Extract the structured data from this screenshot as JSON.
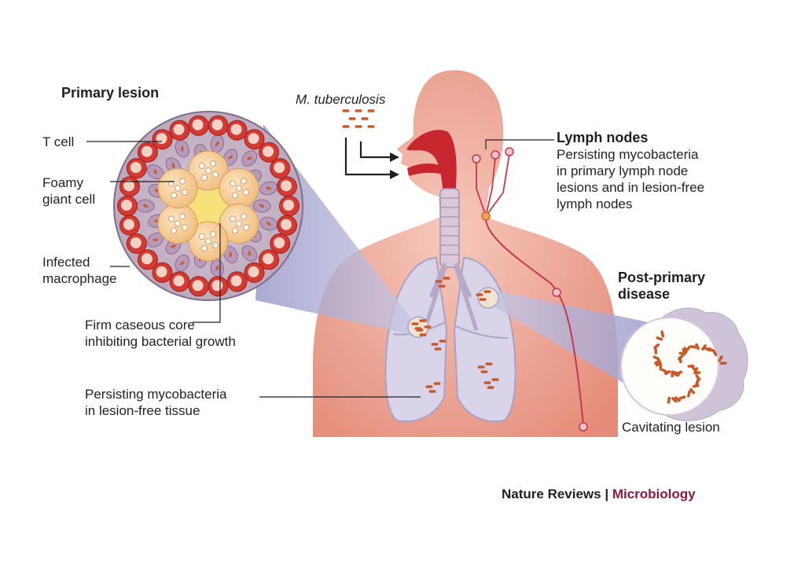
{
  "labels": {
    "primary_lesion": "Primary lesion",
    "t_cell": "T cell",
    "foamy_giant_cell": [
      "Foamy",
      "giant cell"
    ],
    "infected_macrophage": [
      "Infected",
      "macrophage"
    ],
    "caseous_core": [
      "Firm caseous core",
      "inhibiting bacterial growth"
    ],
    "persisting_tissue": [
      "Persisting mycobacteria",
      "in lesion-free tissue"
    ],
    "m_tuberculosis": "M. tuberculosis",
    "lymph_nodes_title": "Lymph nodes",
    "lymph_nodes_desc": [
      "Persisting mycobacteria",
      "in primary lymph node",
      "lesions and in lesion-free",
      "lymph nodes"
    ],
    "post_primary": [
      "Post-primary",
      "disease"
    ],
    "cavitating_lesion": "Cavitating lesion"
  },
  "credit": {
    "journal": "Nature Reviews",
    "separator": " | ",
    "section": "Microbiology"
  },
  "colors": {
    "skin": "#f2b5a5",
    "skin_dark": "#e79583",
    "airway": "#c8262e",
    "lung": "#d9d4ea",
    "zoom": "#b8b6d8",
    "tcell": "#d23a32",
    "foamy": "#f6cf9c",
    "core": "#f7e27a",
    "bacteria": "#c85a2a",
    "credit_accent": "#8b1a3c"
  }
}
